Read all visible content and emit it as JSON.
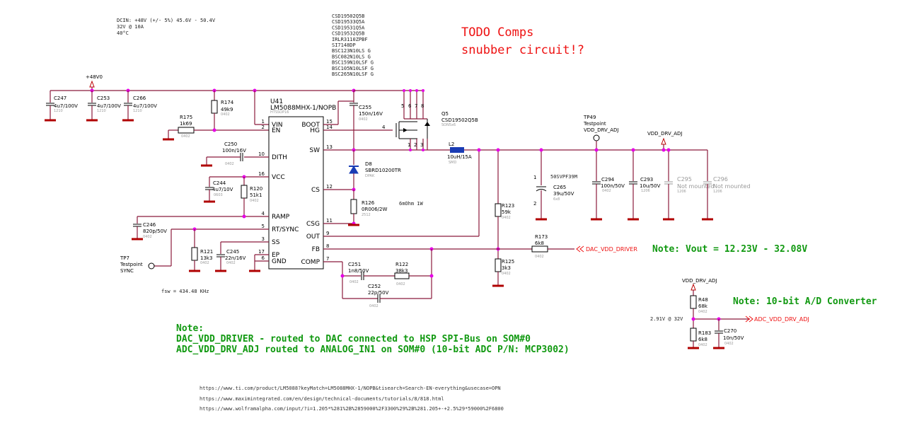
{
  "header_notes": {
    "dcin_line1": "DCIN: +48V (+/- 5%) 45.6V - 50.4V",
    "dcin_line2": "32V  @ 10A",
    "dcin_line3": "40°C"
  },
  "mosfet_options": [
    "CSD19502Q5B",
    "CSD19533Q5A",
    "CSD19531Q5A",
    "CSD19532Q5B",
    "IRLR3110ZPBF",
    "SI7148DP",
    "BSC123N10LS G",
    "BSC082N10LS G",
    "BSC159N10LSF G",
    "BSC105N10LSF G",
    "BSC265N10LSF G"
  ],
  "todo": {
    "line1": "TODO Comps",
    "line2": "snubber circuit!?"
  },
  "rails": {
    "input": "+48V0",
    "vdd_drv_adj": "VDD_DRV_ADJ"
  },
  "ic": {
    "ref": "U41",
    "part": "LM5088MHX-1/NOPB",
    "footprint": "HTSSOP16",
    "pins_left": [
      {
        "num": "1",
        "name": "VIN"
      },
      {
        "num": "2",
        "name": "EN"
      },
      {
        "num": "10",
        "name": "DITH"
      },
      {
        "num": "16",
        "name": "VCC"
      },
      {
        "num": "4",
        "name": "RAMP"
      },
      {
        "num": "5",
        "name": "RT/SYNC"
      },
      {
        "num": "3",
        "name": "SS"
      },
      {
        "num": "17",
        "name": "EP"
      },
      {
        "num": "6",
        "name": "GND"
      }
    ],
    "pins_right": [
      {
        "num": "15",
        "name": "BOOT"
      },
      {
        "num": "14",
        "name": "HG"
      },
      {
        "num": "13",
        "name": "SW"
      },
      {
        "num": "12",
        "name": "CS"
      },
      {
        "num": "11",
        "name": "CSG"
      },
      {
        "num": "9",
        "name": "OUT"
      },
      {
        "num": "8",
        "name": "FB"
      },
      {
        "num": "7",
        "name": "COMP"
      }
    ]
  },
  "components": {
    "c247": {
      "ref": "C247",
      "val": "4u7/100V",
      "fp": "1210"
    },
    "c253": {
      "ref": "C253",
      "val": "4u7/100V",
      "fp": "1210"
    },
    "c266": {
      "ref": "C266",
      "val": "4u7/100V",
      "fp": "1210"
    },
    "r174": {
      "ref": "R174",
      "val": "49k9",
      "fp": "0402"
    },
    "r175": {
      "ref": "R175",
      "val": "1k69",
      "fp": "0402"
    },
    "c250": {
      "ref": "C250",
      "val": "100n/16V",
      "fp": "0402"
    },
    "c244": {
      "ref": "C244",
      "val": "4u7/10V",
      "fp": "0603"
    },
    "r120": {
      "ref": "R120",
      "val": "51k1",
      "fp": "0402"
    },
    "c246": {
      "ref": "C246",
      "val": "820p/50V",
      "fp": "0402"
    },
    "r121": {
      "ref": "R121",
      "val": "13k3",
      "fp": "0402"
    },
    "c245": {
      "ref": "C245",
      "val": "22n/16V",
      "fp": "0402"
    },
    "c255": {
      "ref": "C255",
      "val": "150n/16V",
      "fp": "0402"
    },
    "d8": {
      "ref": "D8",
      "val": "SBRD10200TR",
      "fp": "DPAK"
    },
    "r126": {
      "ref": "R126",
      "val": "0R006/2W",
      "fp": "2512"
    },
    "shunt_note": "6mOhm 1W",
    "q5": {
      "ref": "Q5",
      "val": "CSD19502Q5B",
      "fp": "SON5x6"
    },
    "l2": {
      "ref": "L2",
      "val": "10uH/15A",
      "fp": "SMD"
    },
    "r123": {
      "ref": "R123",
      "val": "59k",
      "fp": "0402"
    },
    "r125": {
      "ref": "R125",
      "val": "3k3",
      "fp": "0402"
    },
    "r173": {
      "ref": "R173",
      "val": "6k8",
      "fp": "0402"
    },
    "c251": {
      "ref": "C251",
      "val": "1n8/50V",
      "fp": "0402"
    },
    "r122": {
      "ref": "R122",
      "val": "38k3",
      "fp": "0402"
    },
    "c252": {
      "ref": "C252",
      "val": "22p/50V",
      "fp": "0402"
    },
    "c265": {
      "ref": "C265",
      "val": "39u/50V",
      "fp": "6x8",
      "mfr": "50SVPF39M"
    },
    "c294": {
      "ref": "C294",
      "val": "100n/50V",
      "fp": "0402"
    },
    "c293": {
      "ref": "C293",
      "val": "10u/50V",
      "fp": "1206"
    },
    "c295": {
      "ref": "C295",
      "val": "Not mounted",
      "fp": "1206"
    },
    "c296": {
      "ref": "C296",
      "val": "Not mounted",
      "fp": "1206"
    },
    "r48": {
      "ref": "R48",
      "val": "68k",
      "fp": "0402"
    },
    "r183": {
      "ref": "R183",
      "val": "6k8",
      "fp": "0402"
    },
    "c270": {
      "ref": "C270",
      "val": "10n/50V",
      "fp": "0402"
    }
  },
  "testpoints": {
    "tp7": {
      "ref": "TP7",
      "type": "Testpoint",
      "net": "SYNC"
    },
    "tp49": {
      "ref": "TP49",
      "type": "Testpoint",
      "net": "VDD_DRV_ADJ"
    }
  },
  "signals": {
    "dac": "DAC_VDD_DRIVER",
    "adc": "ADC_VDD_DRV_ADJ",
    "adc_voltage": "2.91V @ 32V",
    "fsw": "fsw = 434.48 KHz"
  },
  "notes": {
    "vout": "Note: Vout = 12.23V - 32.08V",
    "adc": "Note: 10-bit A/D Converter",
    "n_title": "Note:",
    "n_line1": "DAC_VDD_DRIVER - routed to DAC connected to HSP SPI-Bus on SOM#0",
    "n_line2": "ADC_VDD_DRV_ADJ routed to ANALOG_IN1 on SOM#0 (10-bit ADC P/N: MCP3002)"
  },
  "links": [
    "https://www.ti.com/product/LM5088?keyMatch=LM5088MHX-1/NOPB&tisearch=Search-EN-everything&usecase=OPN",
    "https://www.maximintegrated.com/en/design/technical-documents/tutorials/8/818.html",
    "https://www.wolframalpha.com/input/?i=1.205*%281%2B%2859000%2F3300%29%2B%281.205+-+2.5%29*59000%2F6800"
  ]
}
